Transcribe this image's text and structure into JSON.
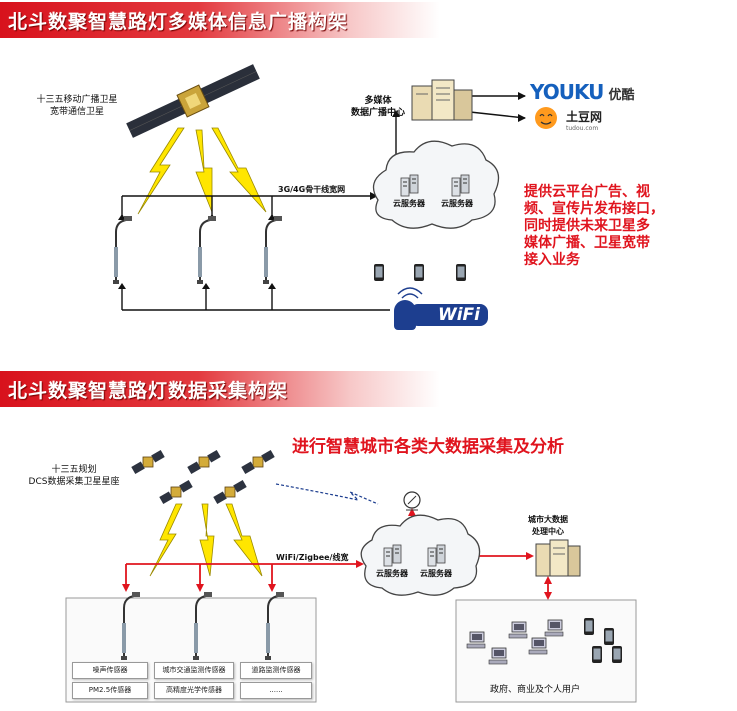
{
  "top_title": "北斗数聚智慧路灯多媒体信息广播构架",
  "top_diagram": {
    "satellite_label_line1": "十三五移动广播卫星",
    "satellite_label_line2": "宽带通信卫星",
    "datacenter_line1": "多媒体",
    "datacenter_line2": "数据广播中心",
    "backbone_label": "3G/4G骨干线宽网",
    "cloud_server_1": "云服务器",
    "cloud_server_2": "云服务器",
    "youku_logo": "YOUKU",
    "youku_cn": "优酷",
    "tudou_cn": "土豆网",
    "tudou_url": "tudou.com",
    "wifi_text": "WiFi",
    "description_lines": [
      "提供云平台广告、视",
      "频、宣传片发布接口，",
      "同时提供未来卫星多",
      "媒体广播、卫星宽带",
      "接入业务"
    ]
  },
  "bottom_title": "北斗数聚智慧路灯数据采集构架",
  "bottom_diagram": {
    "headline": "进行智慧城市各类大数据采集及分析",
    "satellite_label_line1": "十三五规划",
    "satellite_label_line2": "DCS数据采集卫星星座",
    "network_label": "WiFi/Zigbee/线宽",
    "cloud_server_1": "云服务器",
    "cloud_server_2": "云服务器",
    "datacenter_line1": "城市大数据",
    "datacenter_line2": "处理中心",
    "sensors": [
      "噪声传感器",
      "城市交通监测传感器",
      "道路监测传感器",
      "PM2.5传感器",
      "高精度光学传感器",
      "......"
    ],
    "users_label": "政府、商业及个人用户"
  },
  "colors": {
    "banner_red": "#d8121c",
    "accent_red": "#e0141e",
    "wifi_blue": "#1d3e8f"
  }
}
